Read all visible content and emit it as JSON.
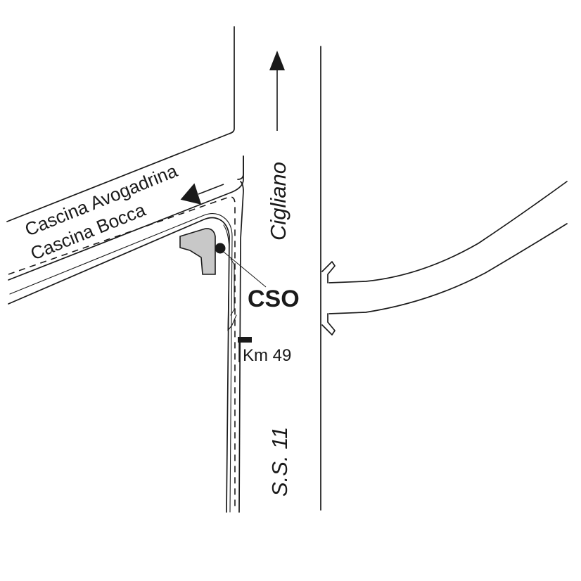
{
  "map": {
    "road_labels": {
      "cascina_avogadrina": "Cascina Avogadrina",
      "cascina_bocca": "Cascina Bocca",
      "cigliano": "Cigliano",
      "ss11": "S.S. 11"
    },
    "station_label": "CSO",
    "km_marker": "Km 49",
    "colors": {
      "ink": "#1a1a1a",
      "building_fill": "#c8c8c8",
      "background": "#ffffff"
    },
    "icons": [
      "north-arrow-icon",
      "left-arrow-icon",
      "station-dot-icon",
      "km-marker-icon",
      "bridge-icon",
      "building-icon"
    ]
  }
}
